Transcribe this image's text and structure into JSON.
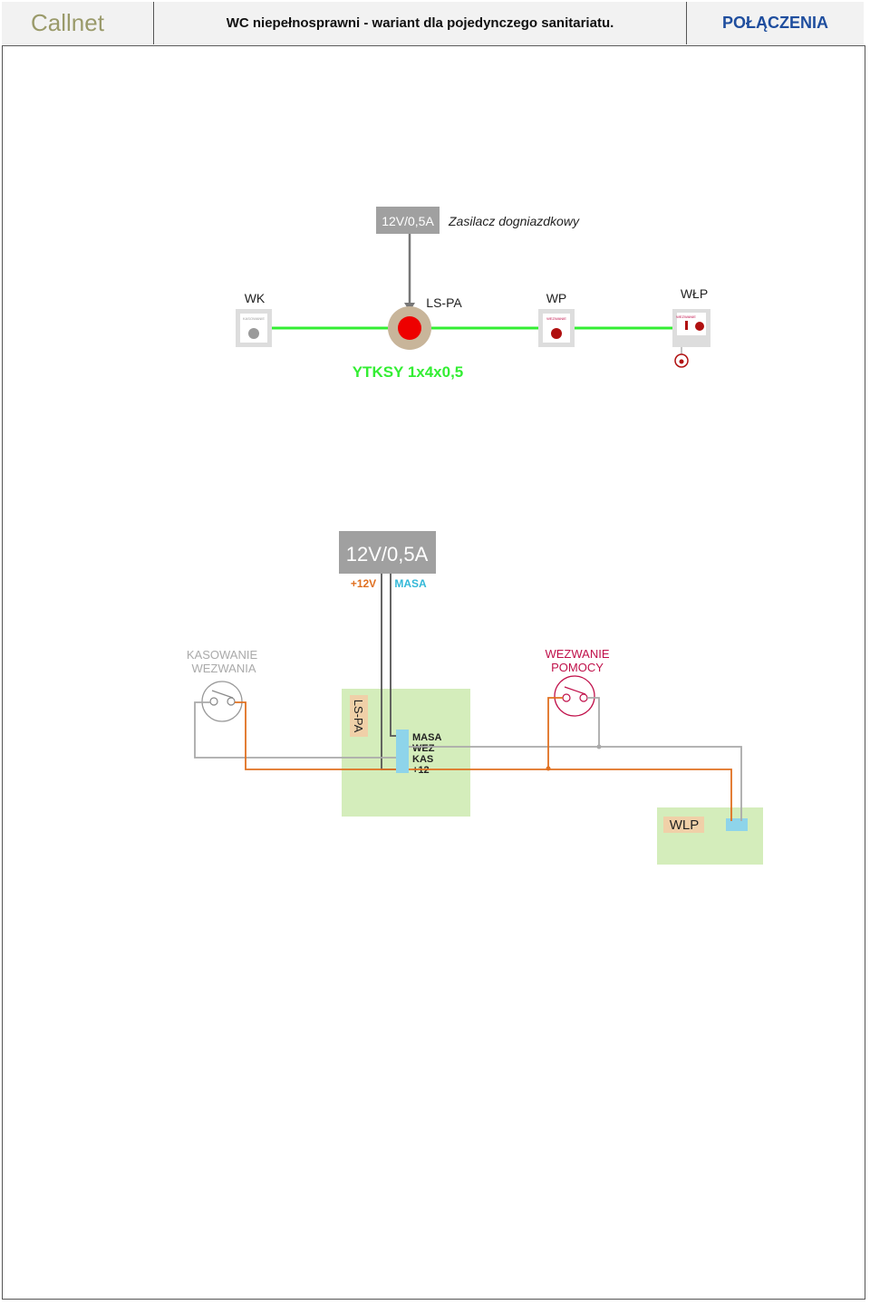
{
  "header": {
    "brand": "Callnet",
    "title": "WC niepełnosprawni - wariant dla pojedynczego sanitariatu.",
    "section": "POŁĄCZENIA"
  },
  "top_diagram": {
    "psu_label": "12V/0,5A",
    "psu_caption": "Zasilacz dogniazdkowy",
    "wk_label": "WK",
    "wk_button_text": "KASOWANIE",
    "lspa_label": "LS-PA",
    "wp_label": "WP",
    "wp_button_text": "WEZWANIE",
    "wlp_label": "WŁP",
    "wlp_button_text": "WEZWANIE",
    "cable_label": "YTKSY 1x4x0,5"
  },
  "wiring_diagram": {
    "psu_label": "12V/0,5A",
    "plus_label": "+12V",
    "ground_label": "MASA",
    "reset_switch_line1": "KASOWANIE",
    "reset_switch_line2": "WEZWANIA",
    "call_switch_line1": "WEZWANIE",
    "call_switch_line2": "POMOCY",
    "module_label": "LS-PA",
    "terminals": [
      "MASA",
      "WEZ",
      "KAS",
      "+12"
    ],
    "wlp_label": "WLP"
  },
  "colors": {
    "cable_green": "#33ee33",
    "wire_orange": "#e07020",
    "wire_gray": "#aaaaaa",
    "wire_dark": "#555555",
    "module_green": "#d4edbb",
    "terminal_blue": "#8ed4ea",
    "psu_gray": "#a0a0a0",
    "call_red": "#c0104a",
    "lamp_red": "#ee0000"
  }
}
